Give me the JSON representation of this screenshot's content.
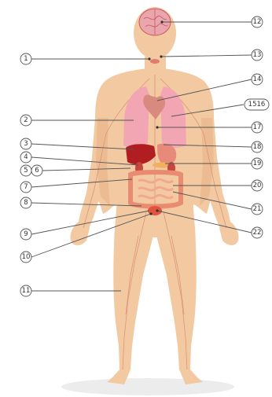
{
  "labels": {
    "l1": "1",
    "l2": "2",
    "l3": "3",
    "l4": "4",
    "l5": "5",
    "l6": "6",
    "l7": "7",
    "l8": "8",
    "l9": "9",
    "l10": "10",
    "l11": "11",
    "r12": "12",
    "r13": "13",
    "r14": "14",
    "r15_16": "1516",
    "r17": "17",
    "r18": "18",
    "r19": "19",
    "r20": "20",
    "r21": "21",
    "r22": "22"
  },
  "colors": {
    "skin": "#f3c9a1",
    "skin_shade": "#e8b287",
    "brain": "#e9a7ad",
    "lungs": "#f2a6b4",
    "heart": "#d98a7f",
    "liver": "#b01e22",
    "stomach": "#e88a7a",
    "intestines": "#ef9c82",
    "bladder": "#e4533d",
    "vessels": "#d9907a",
    "ground_shadow": "#ececec"
  }
}
